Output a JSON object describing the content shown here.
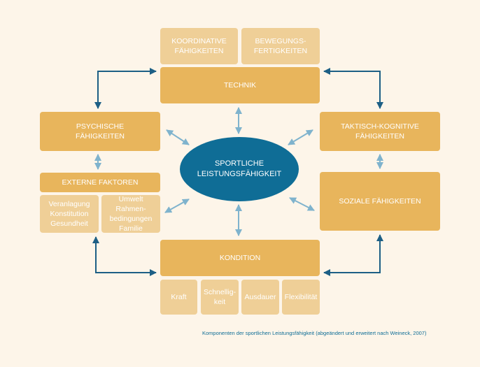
{
  "colors": {
    "background": "#fdf5e9",
    "main_box": "#e8b55c",
    "sub_box": "#efcf97",
    "center": "#0f6d96",
    "connector_dark": "#1d5f85",
    "connector_light": "#7fb3cd"
  },
  "center": {
    "label": "Sportliche\nLeistungsfähigkeit"
  },
  "technik": {
    "label": "Technik",
    "subs": [
      "Koordinative\nFähigkeiten",
      "Bewegungs-\nfertigkeiten"
    ]
  },
  "psychische": {
    "label": "Psychische\nFähigkeiten"
  },
  "taktisch": {
    "label": "Taktisch-kognitive\nFähigkeiten"
  },
  "externe": {
    "label": "Externe Faktoren",
    "subs": [
      "Veranlagung\nKonstitution\nGesundheit",
      "Umwelt\nRahmen-\nbedingungen\nFamilie"
    ]
  },
  "soziale": {
    "label": "Soziale Fähigkeiten"
  },
  "kondition": {
    "label": "Kondition",
    "subs": [
      "Kraft",
      "Schnellig-\nkeit",
      "Ausdauer",
      "Flexibilität"
    ]
  },
  "caption": "Komponenten der sportlichen Leistungsfähigkeit (abgeändert und erweitert nach Weineck, 2007)"
}
